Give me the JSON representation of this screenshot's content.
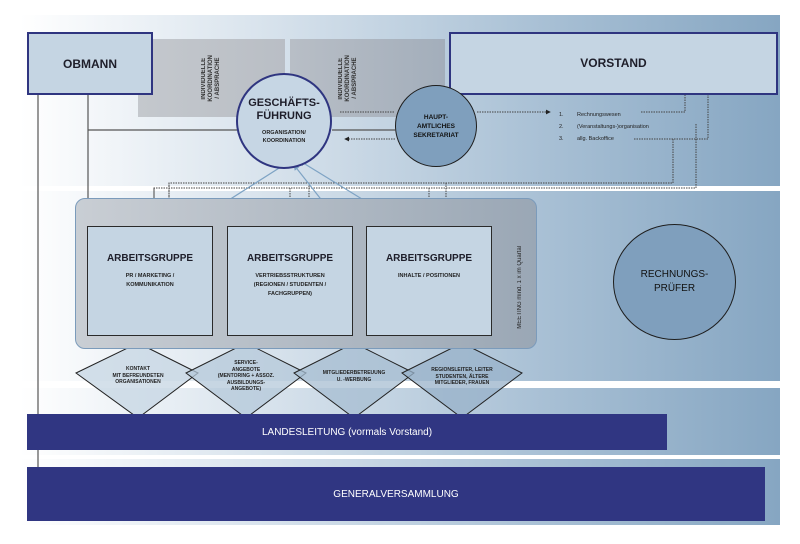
{
  "diagram": {
    "obmann": "OBMANN",
    "vorstand": "VORSTAND",
    "coordination_panels": [
      {
        "text": "INDIVIDUELLE\nKOORDINATION\n/ ABSPRACHE"
      },
      {
        "text": "INDIVIDUELLE\nKOORDINATION\n/ ABSPRACHE"
      }
    ],
    "geschaeftsfuehrung": {
      "title": "GESCHÄFTS-\nFÜHRUNG",
      "title_line1": "GESCHÄFTS-",
      "title_line2": "FÜHRUNG",
      "subtitle_line1": "ORGANISATION/",
      "subtitle_line2": "KOORDINATION"
    },
    "sekretariat": {
      "line1": "HAUPT-",
      "line2": "AMTLICHES",
      "line3": "SEKRETARIAT"
    },
    "tasks": [
      {
        "num": "1.",
        "label": "Rechnungswesen"
      },
      {
        "num": "2.",
        "label": "(Veranstaltungs-)organisation"
      },
      {
        "num": "3.",
        "label": "allg. Backoffice"
      }
    ],
    "arbeitsgruppen": [
      {
        "title": "ARBEITSGRUPPE",
        "subtitle": "PR / MARKETING /\nKOMMUNIKATION"
      },
      {
        "title": "ARBEITSGRUPPE",
        "subtitle": "VERTRIEBSSTRUKTUREN\n(REGIONEN / STUDENTEN /\nFACHGRUPPEN)"
      },
      {
        "title": "ARBEITSGRUPPE",
        "subtitle": "INHALTE / POSITIONEN"
      }
    ],
    "meeting_note": "MEETING mind. 1 x im Quartal",
    "rechnungspruefer": {
      "line1": "RECHNUNGS-",
      "line2": "PRÜFER"
    },
    "diamonds": [
      {
        "text": "KONTAKT\nMIT BEFREUNDETEN\nORGANISATIONEN"
      },
      {
        "text": "SERVICE-\nANGEBOTE\n(MENTORING + ASSOZ.\nAUSBILDUNGS-\nANGEBOTE)"
      },
      {
        "text": "MITGLIEDERBETREUUNG\nU. -WERBUNG"
      },
      {
        "text": "REGIONSLEITER, LEITER\nSTUDENTEN, ÄLTERE\nMITGLIEDER, FRAUEN"
      }
    ],
    "landesleitung": "LANDESLEITUNG (vormals Vorstand)",
    "generalversammlung": "GENERALVERSAMMLUNG"
  },
  "colors": {
    "navy": "#303682",
    "box_fill": "#c5d5e3",
    "circle_fill": "#7f9fbd",
    "band_end": "#86a6c2"
  }
}
